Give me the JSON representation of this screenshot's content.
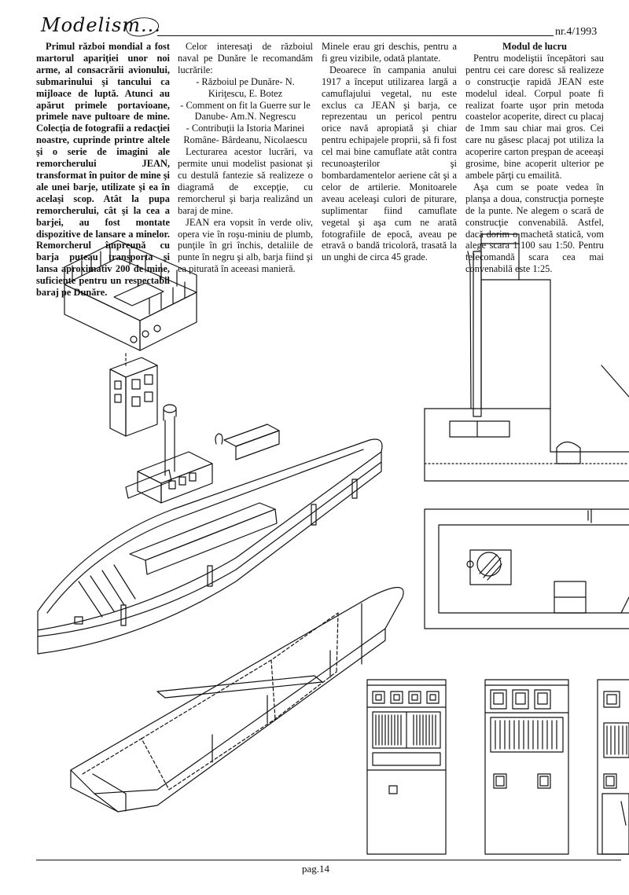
{
  "header": {
    "logo_text": "Modelism...",
    "issue": "nr.4/1993"
  },
  "column1": {
    "text": "Primul război mondial a fost martorul apariţiei unor noi arme, al consacrării avionului, submarinului şi tancului ca mijloace de luptă. Atunci au apărut primele portavioane, primele nave pultoare de mine. Colecţia de fotografii a redacţiei noastre, cuprinde printre altele şi o serie de imagini ale remorcherului JEAN, transformat în puitor de mine şi ale unei barje, utilizate şi ea în acelaşi scop. Atât la pupa remorcherului, cât şi la cea a barjei, au fost montate dispozitive de lansare a minelor. Remorcherul împreună cu barja puteau transporta şi lansa aproximativ 200 de mine, suficiente pentru un respectabil baraj pe Dunăre."
  },
  "column2": {
    "intro": "Celor interesaţi de războiul naval pe Dunăre le recomandăm lucrările:",
    "ref1": "- Războiul pe Dunăre- N. Kiriţescu, E. Botez",
    "ref2": "- Comment on fit la Guerre sur le Danube- Am.N. Negrescu",
    "ref3": "- Contribuţii la Istoria Marinei Române- Bârdeanu, Nicolaescu",
    "para2": "Lecturarea acestor lucrări, va permite unui modelist pasionat şi cu destulă fantezie să realizeze o diagramă de excepţie, cu remorcherul şi barja realizând un baraj de mine.",
    "para3": "JEAN era vopsit în verde oliv, opera vie în roşu-miniu de plumb, punţile în gri închis, detaliile de punte în negru şi alb, barja fiind şi ea piturată în aceeasi manieră."
  },
  "column3": {
    "para1": "Minele erau gri deschis, pentru a fi greu vizibile, odată plantate.",
    "para2": "Deoarece în campania anului 1917 a început utilizarea largă a camuflajului vegetal, nu este exclus ca JEAN şi barja, ce reprezentau un pericol pentru orice navă apropiată şi chiar pentru echipajele proprii, să fi fost cel mai bine camuflate atât contra recunoaşterilor şi bombardamentelor aeriene cât şi a celor de artilerie. Monitoarele aveau aceleaşi culori de piturare, suplimentar fiind camuflate vegetal şi aşa cum ne arată fotografiile de epocă, aveau pe etravă o bandă tricoloră, trasată la un unghi de circa 45 grade."
  },
  "column4": {
    "heading": "Modul de lucru",
    "para1": "Pentru modeliştii începători sau pentru cei care doresc să realizeze o construcţie rapidă JEAN este modelul ideal. Corpul poate fi realizat foarte uşor prin metoda coastelor acoperite, direct cu placaj de 1mm sau chiar mai gros. Cei care nu găsesc placaj pot utiliza la acoperire carton preşpan de aceeaşi grosime, bine acoperit ulterior pe ambele părţi cu emailită.",
    "para2": "Aşa cum se poate vedea în planşa a doua, construcţia porneşte de la punte. Ne alegem o scară de construcţie convenabilă. Astfel, dacă dorim o machetă statică, vom alege scara 1:100 sau 1:50. Pentru telecomandă scara cea mai convenabilă este 1:25."
  },
  "footer": {
    "page_number": "pag.14"
  }
}
